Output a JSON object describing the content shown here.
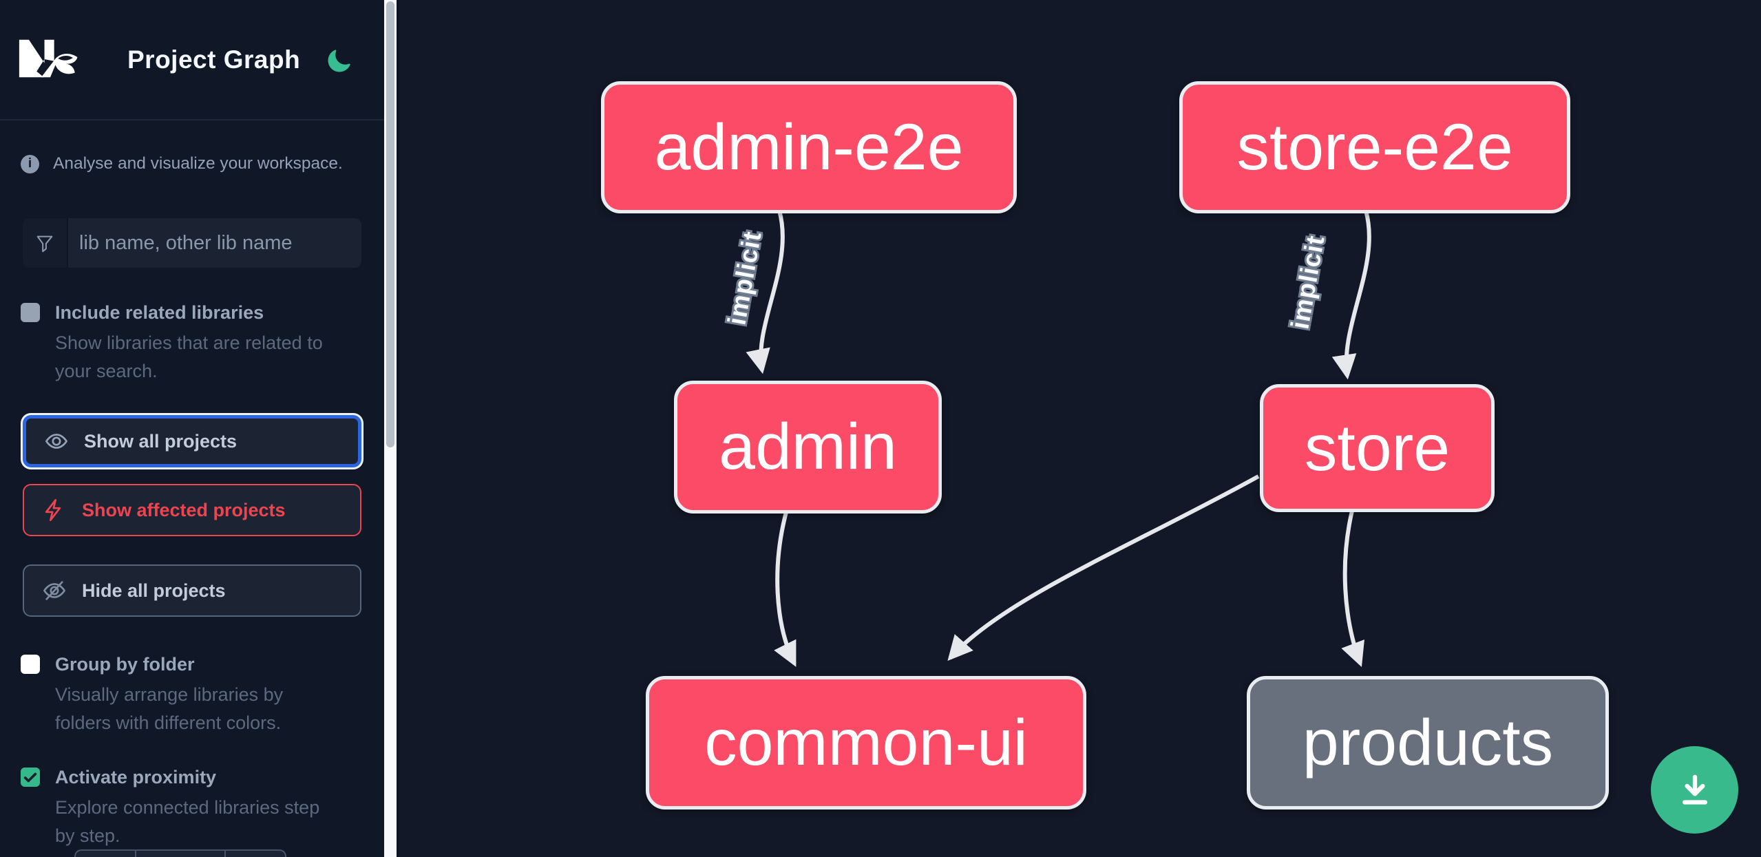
{
  "header": {
    "title": "Project Graph"
  },
  "sidebar": {
    "info_text": "Analyse and visualize your workspace.",
    "search_placeholder": "lib name, other lib name",
    "toggles": [
      {
        "label": "Include related libraries",
        "description_lines": [
          "Show libraries that are related to",
          "your search."
        ],
        "checked": false
      },
      {
        "label": "Group by folder",
        "description_lines": [
          "Visually arrange libraries by",
          "folders with different colors."
        ],
        "checked": false
      },
      {
        "label": "Activate proximity",
        "description_lines": [
          "Explore connected libraries step",
          "by step."
        ],
        "checked": true
      }
    ],
    "buttons": [
      {
        "label": "Show all projects",
        "icon": "eye-icon",
        "state": "focused"
      },
      {
        "label": "Show affected projects",
        "icon": "bolt-icon",
        "state": "affected"
      },
      {
        "label": "Hide all projects",
        "icon": "eye-slash-icon",
        "state": "default"
      }
    ]
  },
  "graph": {
    "nodes": [
      {
        "id": "admin-e2e",
        "label": "admin-e2e",
        "color": "pink"
      },
      {
        "id": "store-e2e",
        "label": "store-e2e",
        "color": "pink"
      },
      {
        "id": "admin",
        "label": "admin",
        "color": "pink"
      },
      {
        "id": "store",
        "label": "store",
        "color": "pink"
      },
      {
        "id": "common-ui",
        "label": "common-ui",
        "color": "pink"
      },
      {
        "id": "products",
        "label": "products",
        "color": "gray"
      }
    ],
    "edges": [
      {
        "from": "admin-e2e",
        "to": "admin",
        "label": "implicit"
      },
      {
        "from": "store-e2e",
        "to": "store",
        "label": "implicit"
      },
      {
        "from": "admin",
        "to": "common-ui",
        "label": ""
      },
      {
        "from": "store",
        "to": "common-ui",
        "label": ""
      },
      {
        "from": "store",
        "to": "products",
        "label": ""
      }
    ]
  },
  "colors": {
    "node_pink": "#fb4b67",
    "node_gray": "#68707e",
    "accent_green": "#38ba8c",
    "affected_red": "#ee4450",
    "focus_blue": "#2b65e2",
    "edge": "#e6e8ec",
    "sidebar_bg": "#101726",
    "canvas_bg": "#121827"
  }
}
